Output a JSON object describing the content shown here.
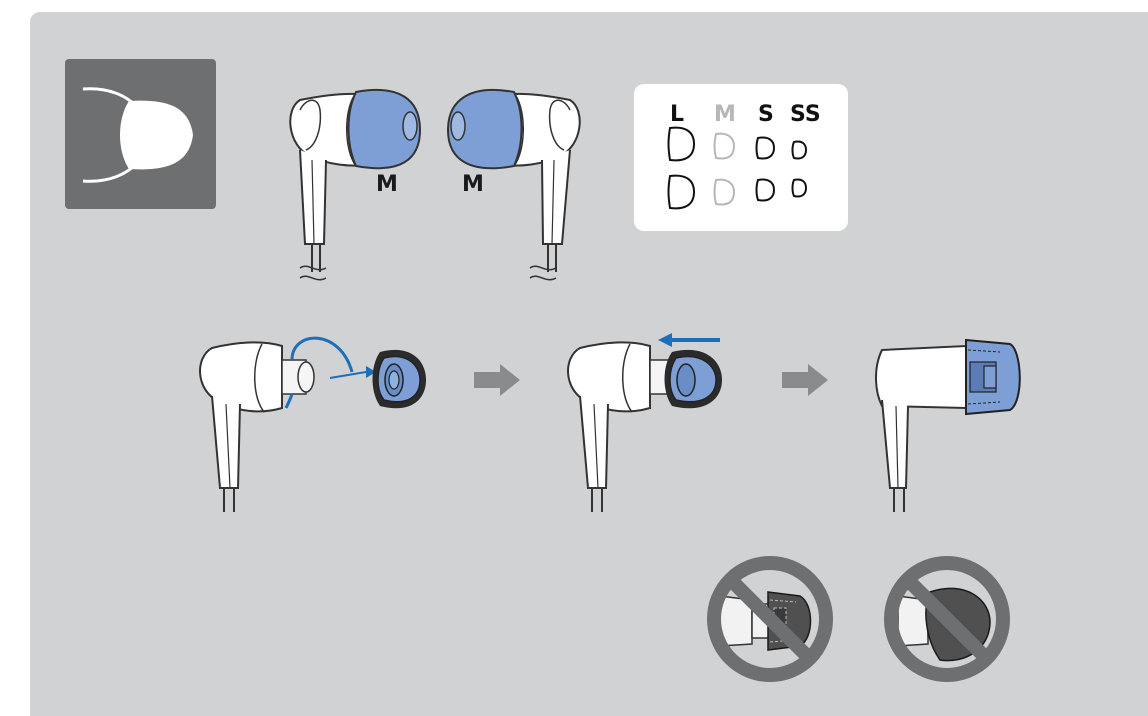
{
  "colors": {
    "panel": "#d1d2d4",
    "icon_box": "#6e6f71",
    "eartip_blue": "#7d9fd6",
    "arrow_blue": "#1d6fb8",
    "step_arrow_gray": "#8a8b8d",
    "prohibit_gray": "#6e6f71"
  },
  "icons": {
    "header": "eartip-icon",
    "steps": [
      "earphone-open-nozzle",
      "earphone-attaching-tip",
      "earphone-attached-tip"
    ],
    "wrong": [
      "wrong-fit-flat-tip",
      "wrong-fit-tilted-tip"
    ]
  },
  "eartip_labels": {
    "left": "M",
    "right": "M"
  },
  "sizes": [
    {
      "label": "L",
      "active": true
    },
    {
      "label": "M",
      "active": false
    },
    {
      "label": "S",
      "active": true
    },
    {
      "label": "SS",
      "active": true
    }
  ]
}
